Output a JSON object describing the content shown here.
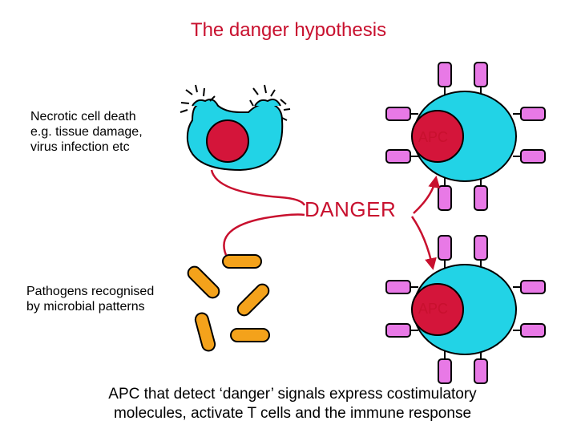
{
  "title": "The danger hypothesis",
  "necrotic_label": "Necrotic cell death\ne.g. tissue damage,\nvirus infection etc",
  "pathogen_label": "Pathogens recognised\nby microbial patterns",
  "danger_label": "DANGER",
  "apc_label": "APC",
  "caption": "APC that detect ‘danger’ signals express costimulatory\nmolecules, activate T cells and the immune response",
  "colors": {
    "title": "#c8102e",
    "cell_fill": "#22d3e6",
    "nucleus": "#d4153a",
    "receptor": "#e879e6",
    "pathogen": "#f4a21b",
    "arrow": "#c8102e"
  }
}
